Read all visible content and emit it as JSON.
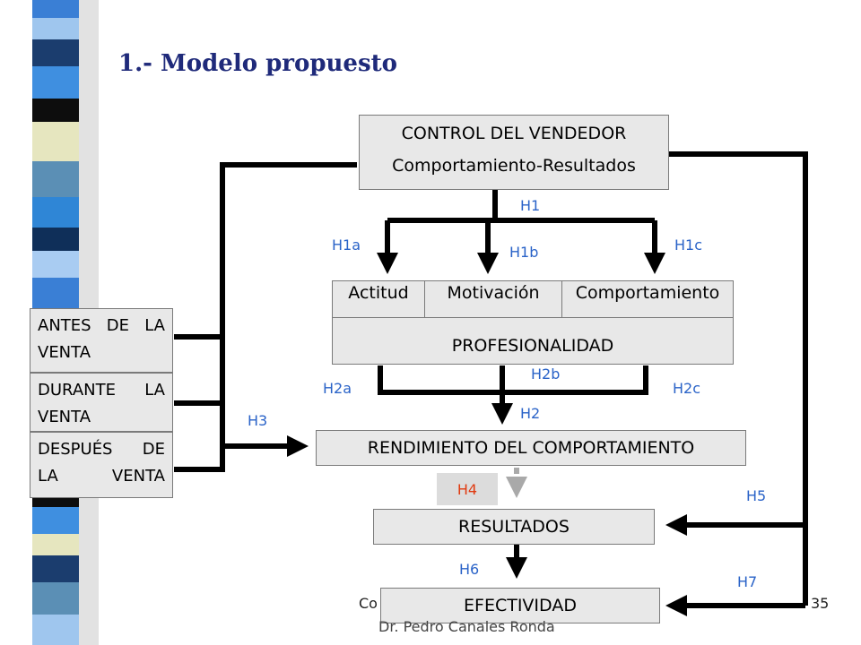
{
  "title": "1.- Modelo propuesto",
  "slide_number": "35",
  "footer": {
    "left_fragment": "Co",
    "bottom_text": "Dr. Pedro Canales Ronda"
  },
  "colors": {
    "title": "#1f2a7a",
    "label": "#2a63c8",
    "h4_label": "#e03a10",
    "box_fill": "#e8e8e8"
  },
  "control": {
    "line1": "CONTROL DEL VENDEDOR",
    "line2": "Comportamiento-Resultados"
  },
  "professionalism": {
    "cells": [
      "Actitud",
      "Motivación",
      "Comportamiento"
    ],
    "label": "PROFESIONALIDAD"
  },
  "phases": [
    "ANTES DE LA VENTA",
    "DURANTE LA VENTA",
    "DESPUÉS DE LA VENTA"
  ],
  "performance": "RENDIMIENTO DEL COMPORTAMIENTO",
  "results": "RESULTADOS",
  "effectiveness": "EFECTIVIDAD",
  "hypotheses": {
    "H1": "H1",
    "H1a": "H1a",
    "H1b": "H1b",
    "H1c": "H1c",
    "H2": "H2",
    "H2a": "H2a",
    "H2b": "H2b",
    "H2c": "H2c",
    "H3": "H3",
    "H4": "H4",
    "H5": "H5",
    "H6": "H6",
    "H7": "H7"
  }
}
